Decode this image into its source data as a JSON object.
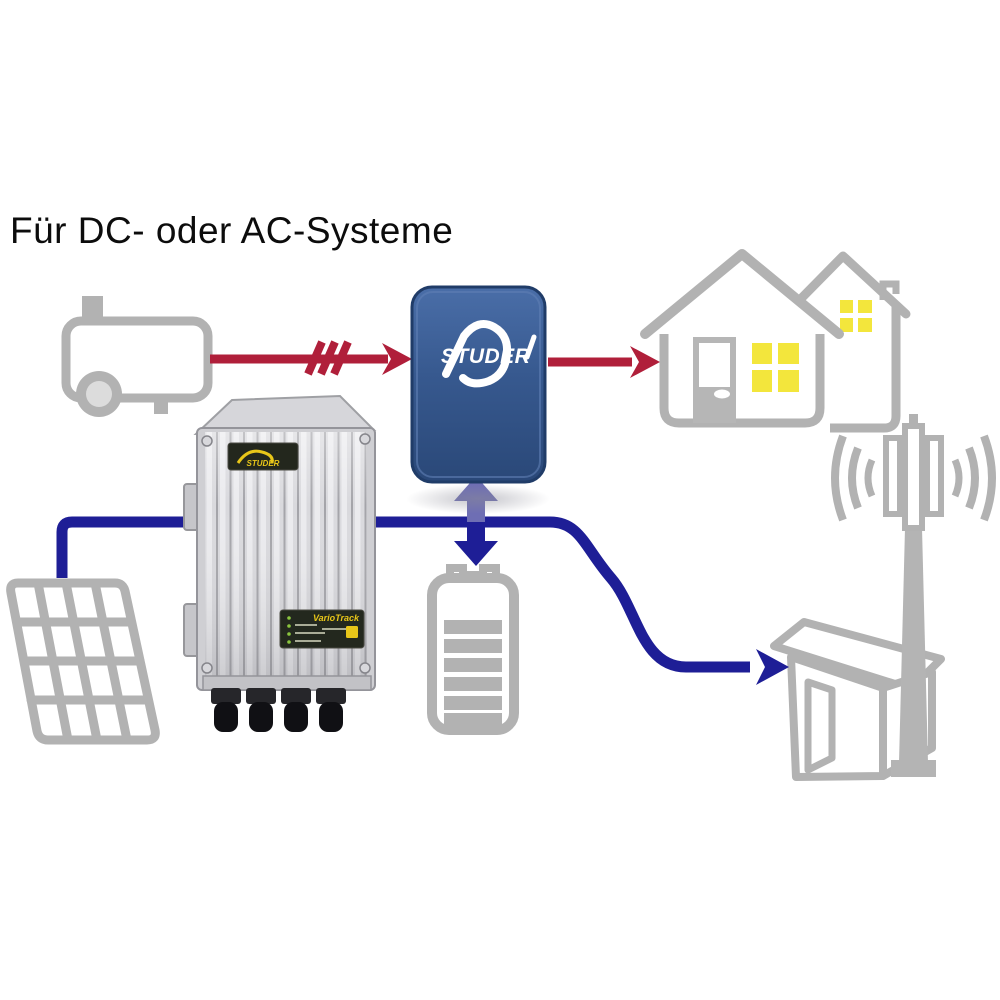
{
  "title": "Für DC- oder AC-Systeme",
  "colors": {
    "ac_line_red": "#b01f3a",
    "dc_line_blue": "#1e1e96",
    "dc_arrow_light": "#6e6eb4",
    "outline_gray": "#b2b2b2",
    "window_yellow": "#f3e63c",
    "inverter_blue": "#3a5f9e",
    "label_yellow": "#e8c619"
  },
  "inverter": {
    "brand": "STUDER"
  },
  "charge_controller": {
    "brand": "STUDER",
    "model": "VarioTrack"
  },
  "icons": {
    "generator": "generator-icon",
    "house": "house-icon",
    "solar_panel": "solar-panel-icon",
    "battery": "battery-icon",
    "cell_tower": "cell-tower-icon",
    "shelter": "equipment-shelter-icon",
    "ac_break_marks": "ac-slash-marks",
    "dc_double_arrow": "bidirectional-arrow"
  }
}
